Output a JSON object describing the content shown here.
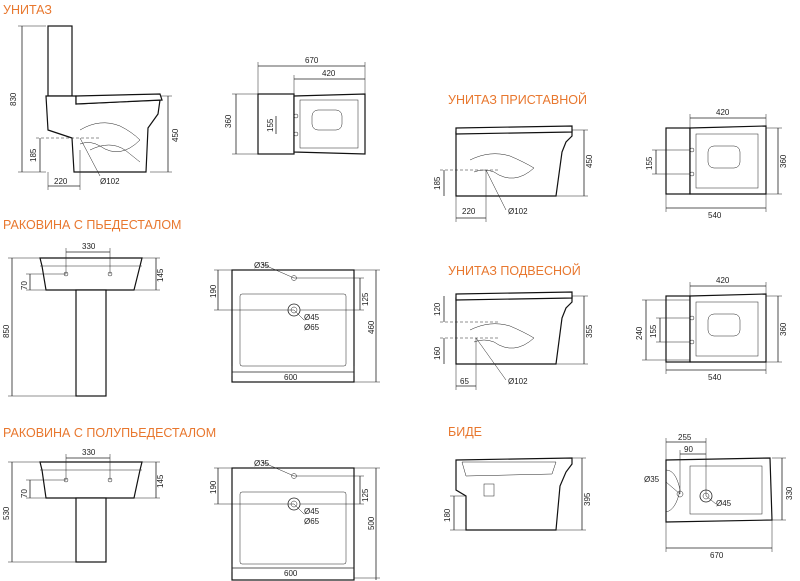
{
  "sections": {
    "toilet": {
      "title": "УНИТАЗ",
      "h830": "830",
      "h450": "450",
      "h185": "185",
      "w220": "220",
      "d102": "Ø102",
      "w670": "670",
      "w420": "420",
      "h360": "360",
      "h155": "155"
    },
    "toilet_wall": {
      "title": "УНИТАЗ ПРИСТАВНОЙ",
      "h450": "450",
      "h185": "185",
      "w220": "220",
      "d102": "Ø102",
      "w420": "420",
      "w540": "540",
      "h155": "155",
      "h360": "360"
    },
    "toilet_hung": {
      "title": "УНИТАЗ ПОДВЕСНОЙ",
      "h120": "120",
      "h355": "355",
      "h160": "160",
      "w65": "65",
      "d102": "Ø102",
      "w420": "420",
      "w540": "540",
      "h240": "240",
      "h155": "155",
      "h360": "360"
    },
    "bidet": {
      "title": "БИДЕ",
      "h395": "395",
      "h180": "180",
      "w255": "255",
      "w90": "90",
      "d35": "Ø35",
      "d45": "Ø45",
      "h330": "330",
      "w670": "670"
    },
    "sink_ped": {
      "title": "РАКОВИНА С ПЬЕДЕСТАЛОМ",
      "w330": "330",
      "h145": "145",
      "h70": "70",
      "h850": "850",
      "d35": "Ø35",
      "h190": "190",
      "h125": "125",
      "d45": "Ø45",
      "d65": "Ø65",
      "h460": "460",
      "w600": "600"
    },
    "sink_half": {
      "title": "РАКОВИНА С ПОЛУПЬЕДЕСТАЛОМ",
      "w330": "330",
      "h145": "145",
      "h70": "70",
      "h530": "530",
      "d35": "Ø35",
      "h190": "190",
      "h125": "125",
      "d45": "Ø45",
      "d65": "Ø65",
      "h500": "500",
      "w600": "600"
    }
  },
  "colors": {
    "title": "#e8772e",
    "line": "#222222"
  }
}
